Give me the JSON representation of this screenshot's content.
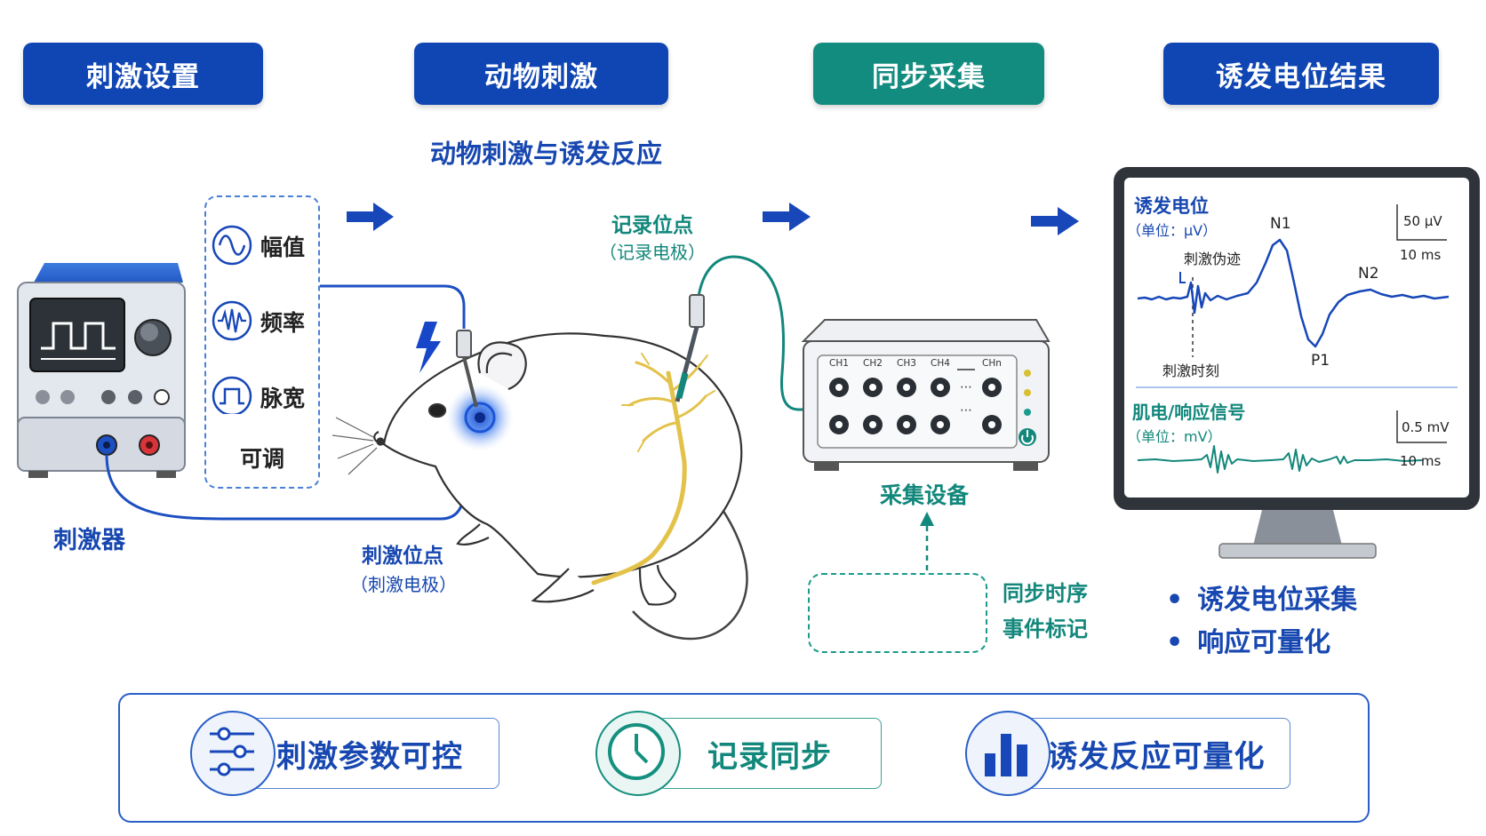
{
  "headers": [
    "刺激设置",
    "动物刺激",
    "同步采集",
    "诱发电位结果"
  ],
  "section_subtitle": "动物刺激与诱发反应",
  "stimulator": {
    "label": "刺激器",
    "params": [
      "幅值",
      "频率",
      "脉宽"
    ],
    "params_note": "可调"
  },
  "stim_site": {
    "label": "刺激位点",
    "sub": "（刺激电极）"
  },
  "record_site": {
    "label": "记录位点",
    "sub": "（记录电极）"
  },
  "acquisition": {
    "label": "采集设备",
    "channels": [
      "CH1",
      "CH2",
      "CH3",
      "CH4",
      "CHn"
    ],
    "sync_lines": [
      "同步时序",
      "事件标记"
    ]
  },
  "monitor": {
    "ep_title": "诱发电位",
    "ep_unit": "（单位：μV）",
    "scale_ep_v": "50 μV",
    "scale_ep_t": "10 ms",
    "artifact": "刺激伪迹",
    "stim_moment": "刺激时刻",
    "peaks": [
      "N1",
      "P1",
      "N2"
    ],
    "emg_title": "肌电/响应信号",
    "emg_unit": "（单位：mV）",
    "scale_emg_v": "0.5 mV",
    "scale_emg_t": "10 ms"
  },
  "result_bullets": [
    "诱发电位采集",
    "响应可量化"
  ],
  "features": [
    "刺激参数可控",
    "记录同步",
    "诱发反应可量化"
  ],
  "colors": {
    "primary_blue": "#1046b3",
    "teal": "#138c80",
    "nerve": "#e3c24a"
  }
}
